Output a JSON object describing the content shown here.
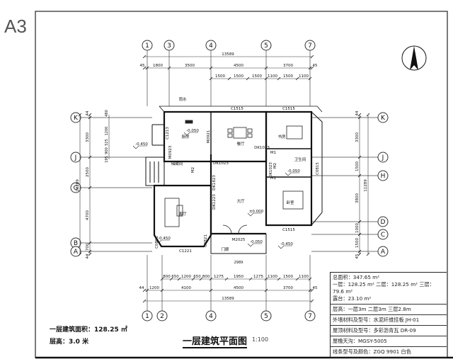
{
  "sheet": {
    "size_label": "A3"
  },
  "drawing": {
    "title": "一层建筑平面图",
    "scale": "1:100"
  },
  "summary": {
    "floor_area": "一层建筑面积：128.25 ㎡",
    "floor_height": "层高：3.0 米"
  },
  "title_block": {
    "area_total": "总面积：347.65 m²",
    "area_floors": "一层：128.25 m²   二层：128.25 m²   三层：79.6 m²",
    "area_terrace": "露台：23.10 m²",
    "heights": "层高：一层3m 二层3m 三层2.8m",
    "wall_material": "外墙材料及型号：水泥纤维挂板 JH-01",
    "roof_material": "屋顶材料及型号：多彩沥青瓦 DR-09",
    "gutter": "屋檐天沟：MGSY-5005",
    "line_color": "线条型号及颜色：ZGQ 9901 白色"
  },
  "axes": {
    "top": [
      "1",
      "3",
      "4",
      "5",
      "7"
    ],
    "bottom": [
      "1",
      "2",
      "4",
      "5",
      "7"
    ],
    "left": [
      "K",
      "J",
      "G",
      "B",
      "A"
    ],
    "right": [
      "K",
      "J",
      "H",
      "D",
      "C",
      "A"
    ]
  },
  "dimensions": {
    "top_total": "13589",
    "top_axes": [
      "45",
      "1800",
      "3500",
      "4500",
      "3700",
      "45"
    ],
    "top_detail": [
      "1500",
      "1500",
      "1500",
      "1100",
      "1500",
      "1100"
    ],
    "bottom_detail": [
      "800",
      "650",
      "1200",
      "650",
      "800",
      "1275",
      "1950",
      "1275",
      "1100",
      "1500",
      "1100"
    ],
    "bottom_axes": [
      "44",
      "1200",
      "4100",
      "4500",
      "3700",
      "45"
    ],
    "bottom_total": "13589",
    "left_axes": [
      "44",
      "3300",
      "2500",
      "4700",
      "700",
      "44"
    ],
    "left_total": "11289",
    "left_detail": [
      "480",
      "1200",
      "525",
      "900",
      "195"
    ],
    "right_axes": [
      "44",
      "3300",
      "1500",
      "3800",
      "1000",
      "1500",
      "45"
    ],
    "right_total": "11289",
    "porch_width": "2989"
  },
  "rooms": {
    "kitchen": "厨房",
    "dining": "餐厅",
    "living": "客厅",
    "hall": "大厅",
    "study": "书房",
    "bedroom": "卧室",
    "bath": "卫生间",
    "porch": "门廊",
    "storage": "储藏间",
    "downpipe": "雨水"
  },
  "openings": {
    "w_dining": "C1515",
    "w_study": "C1515",
    "w_bed_side": "C0815",
    "w_bed_bottom": "C1515",
    "w_living": "C1221",
    "w_living_l": "C0821",
    "w_living_r": "C0821",
    "w_kitchen": "C1213",
    "d_kitchen": "M0921",
    "d_kitchen2": "M0923",
    "d_hall1": "DK1023",
    "d_hall2": "DK1023",
    "d_hall3": "DK1823",
    "d_living": "DK1223",
    "d_main": "M2025",
    "d_bath": "M2",
    "d_bed1": "M1",
    "d_bed2": "M1",
    "d_stair": "M2",
    "d_right": "DK1023"
  },
  "levels": {
    "kitchen": "-0.050",
    "side": "-0.450",
    "hall": "±0.000",
    "porch": "-0.050",
    "bath": "-0.050",
    "porch_r": "-0.450",
    "living_side": "-0.450"
  },
  "colors": {
    "line": "#111111",
    "grid": "#444444"
  }
}
